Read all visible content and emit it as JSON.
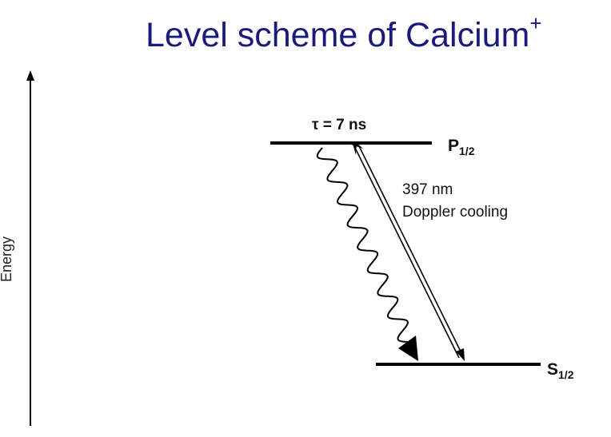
{
  "title": "Level scheme of Calcium",
  "title_sup": "+",
  "axis_label": "Energy",
  "tau_label": "τ = 7 ns",
  "upper_level": {
    "letter": "P",
    "subscript": "1/2"
  },
  "lower_level": {
    "letter": "S",
    "subscript": "1/2"
  },
  "transition": {
    "wavelength": "397 nm",
    "description": "Doppler cooling"
  }
}
